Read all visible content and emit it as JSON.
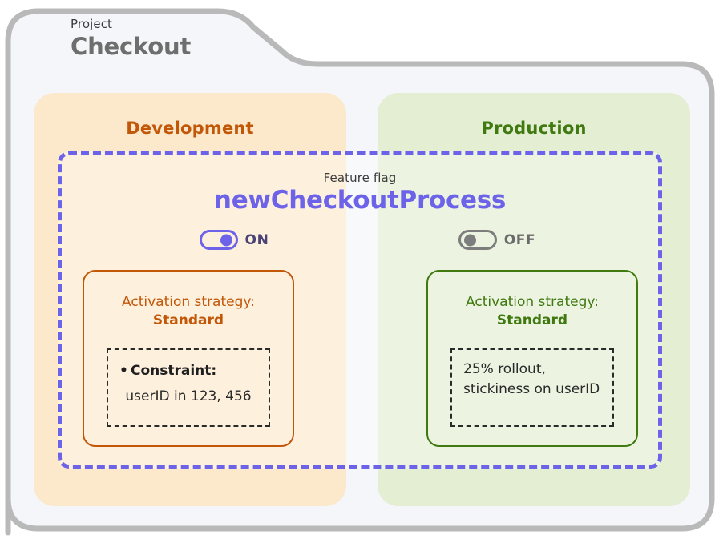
{
  "project": {
    "kicker": "Project",
    "name": "Checkout"
  },
  "feature_flag": {
    "kicker": "Feature flag",
    "name": "newCheckoutProcess"
  },
  "environments": [
    {
      "id": "development",
      "title": "Development",
      "accent": "#c25708",
      "panel_color": "#fce9cc",
      "toggle": {
        "state": "on",
        "label": "ON",
        "icon": "toggle-on-icon"
      },
      "strategy": {
        "label": "Activation strategy:",
        "value": "Standard",
        "detail_kind": "constraint",
        "constraint_label": "Constraint:",
        "constraint_value": "userID in 123, 456"
      }
    },
    {
      "id": "production",
      "title": "Production",
      "accent": "#3f7910",
      "panel_color": "#e3eed2",
      "toggle": {
        "state": "off",
        "label": "OFF",
        "icon": "toggle-off-icon"
      },
      "strategy": {
        "label": "Activation strategy:",
        "value": "Standard",
        "detail_kind": "rollout",
        "rollout_line_1": "25% rollout,",
        "rollout_line_2": "stickiness on userID"
      }
    }
  ],
  "colors": {
    "flag_border": "#6c63e8",
    "flag_name": "#6c63e8",
    "folder_fill": "#f5f6f9",
    "folder_border": "#b9b9b9",
    "project_title": "#6e6e6e"
  }
}
